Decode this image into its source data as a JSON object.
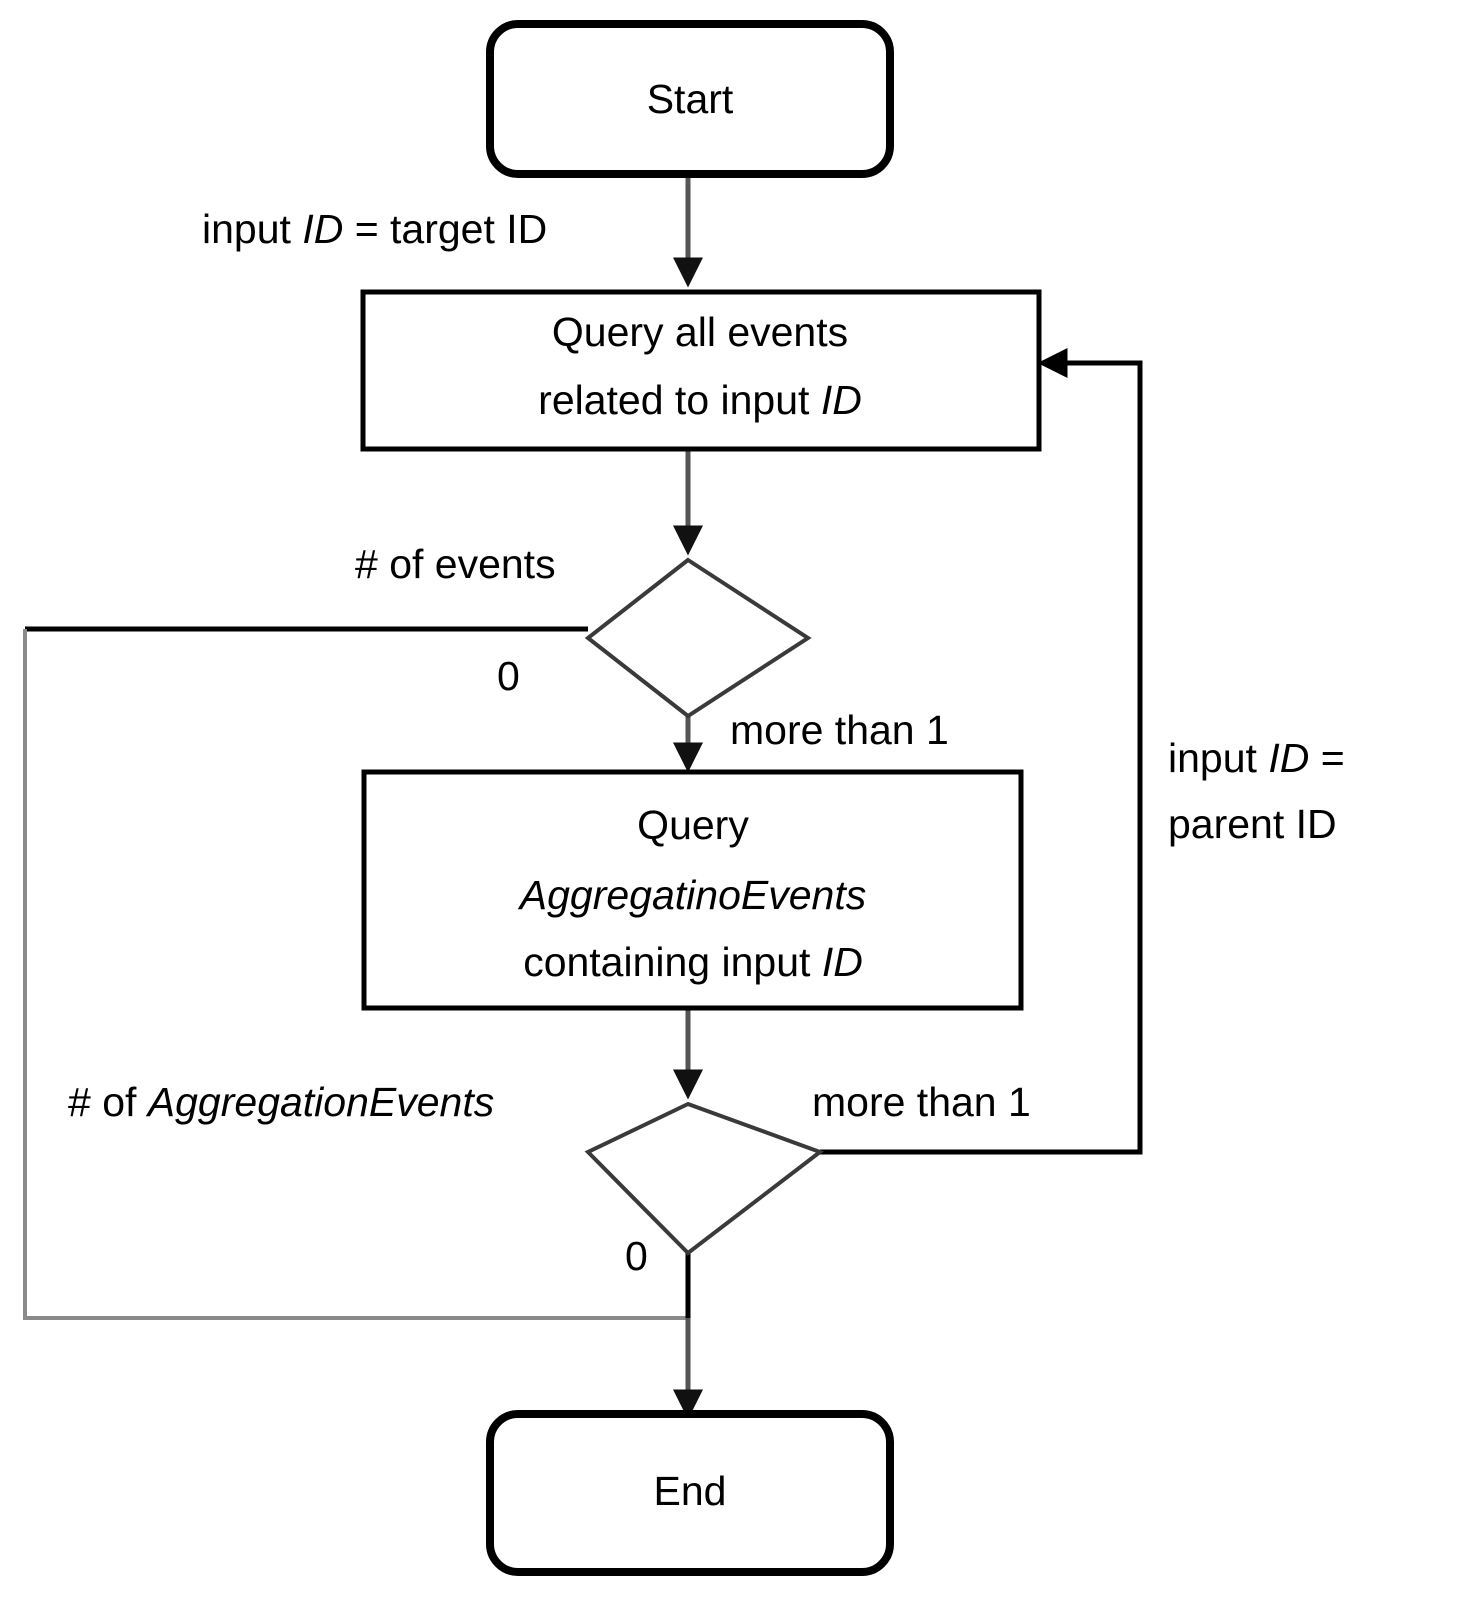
{
  "diagram": {
    "title": "Event aggregation lookup flowchart",
    "background_color": "#ffffff",
    "stroke_color": "#000000",
    "decision_stroke_color": "#3a3a3a"
  },
  "nodes": {
    "start": {
      "label": "Start",
      "shape": "terminator"
    },
    "query_events": {
      "line1": "Query all events",
      "line2_a": "related to input ",
      "line2_b": "ID",
      "shape": "process"
    },
    "decision_events": {
      "label": "",
      "shape": "decision"
    },
    "query_aggregation": {
      "line1": "Query",
      "line2": "AggregatinoEvents",
      "line3_a": "containing input ",
      "line3_b": "ID",
      "shape": "process"
    },
    "decision_aggregation": {
      "label": "",
      "shape": "decision"
    },
    "end": {
      "label": "End",
      "shape": "terminator"
    }
  },
  "edge_labels": {
    "input_target": {
      "a": "input ",
      "b": "ID",
      "c": " = target ID"
    },
    "num_events": "# of  events",
    "events_zero": "0",
    "events_more_than_one": "more than 1",
    "num_aggregation": {
      "a": "# of ",
      "b": "AggregationEvents"
    },
    "aggregation_more_than_one": "more than 1",
    "aggregation_zero": "0",
    "input_parent": {
      "a": "input ",
      "b": "ID",
      "c": "  =",
      "d": "parent ID"
    }
  }
}
